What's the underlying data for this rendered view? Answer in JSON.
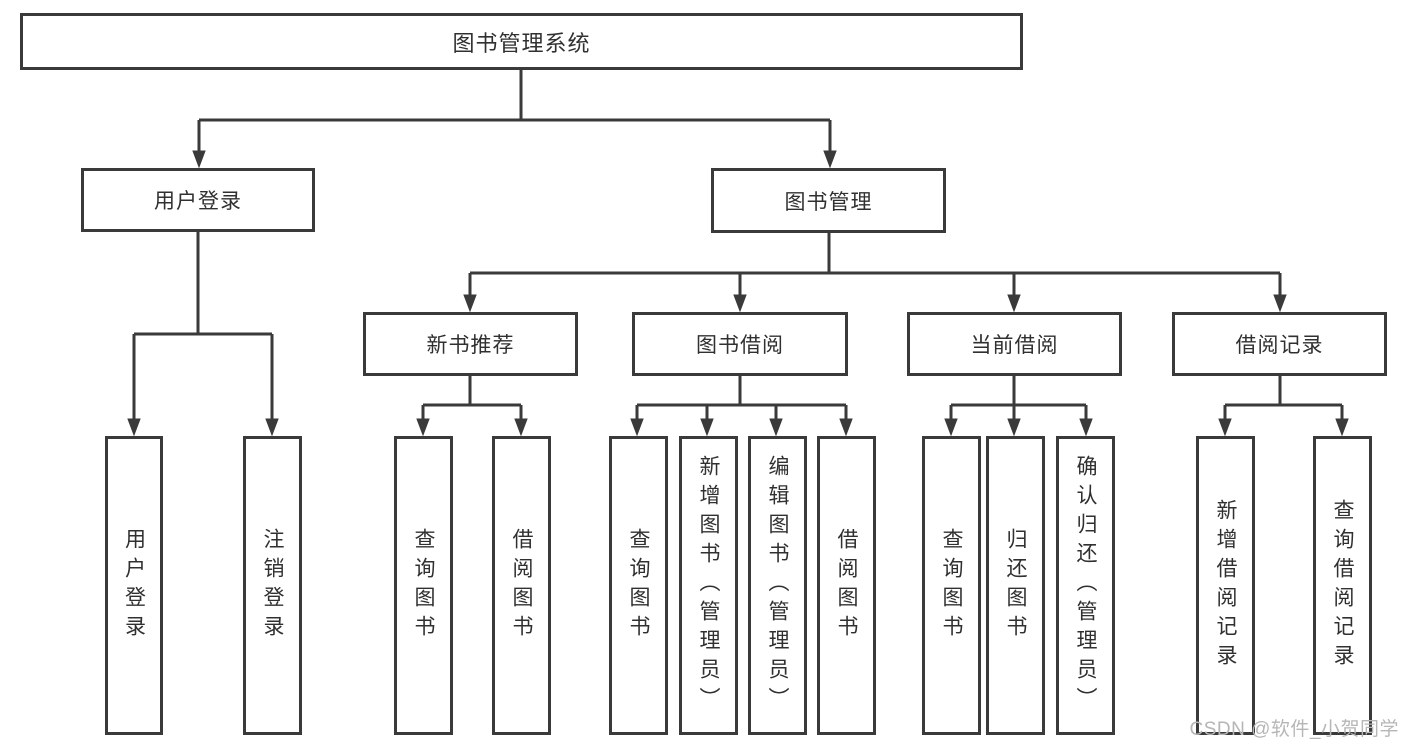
{
  "colors": {
    "line": "#3a3a3a",
    "text": "#303030",
    "watermark": "#b6b6b6",
    "background": "#ffffff"
  },
  "diagram": {
    "root": {
      "label": "图书管理系统"
    },
    "branches": [
      {
        "label": "用户登录",
        "children": [
          {
            "label": "用户登录"
          },
          {
            "label": "注销登录"
          }
        ]
      },
      {
        "label": "图书管理",
        "children": [
          {
            "label": "新书推荐",
            "children": [
              {
                "label": "查询图书"
              },
              {
                "label": "借阅图书"
              }
            ]
          },
          {
            "label": "图书借阅",
            "children": [
              {
                "label": "查询图书"
              },
              {
                "label": "新增图书（管理员）"
              },
              {
                "label": "编辑图书（管理员）"
              },
              {
                "label": "借阅图书"
              }
            ]
          },
          {
            "label": "当前借阅",
            "children": [
              {
                "label": "查询图书"
              },
              {
                "label": "归还图书"
              },
              {
                "label": "确认归还（管理员）"
              }
            ]
          },
          {
            "label": "借阅记录",
            "children": [
              {
                "label": "新增借阅记录"
              },
              {
                "label": "查询借阅记录"
              }
            ]
          }
        ]
      }
    ]
  },
  "watermark": {
    "text": "CSDN @软件_小贺同学"
  }
}
